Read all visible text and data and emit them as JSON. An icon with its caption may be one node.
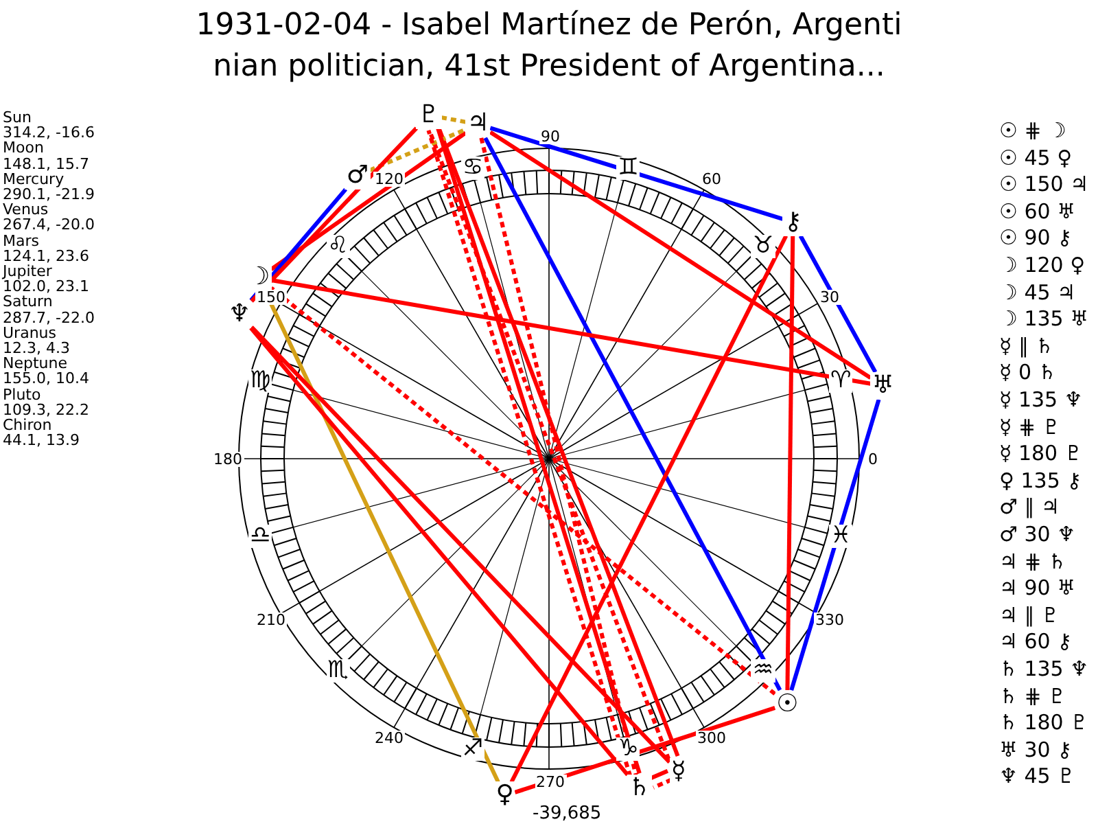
{
  "diagram": {
    "title": "1931-02-04 - Isabel Martínez de Perón, Argenti nian politician, 41st President of Argentina...",
    "nodes": [
      {
        "text": [
          "☉"
        ]
      },
      {
        "text": [
          "☽"
        ]
      },
      {
        "text": [
          "☿"
        ]
      },
      {
        "text": [
          "♀"
        ]
      },
      {
        "text": [
          "♂"
        ]
      },
      {
        "text": [
          "♃"
        ]
      },
      {
        "text": [
          "♄"
        ]
      },
      {
        "text": [
          "♅"
        ]
      },
      {
        "text": [
          "♆"
        ]
      },
      {
        "text": [
          "♇"
        ]
      },
      {
        "text": [
          "⚷"
        ]
      }
    ],
    "edges": [
      {
        "from": 0,
        "to": 1,
        "arrow": "none",
        "style": "dashed"
      },
      {
        "from": 0,
        "to": 3,
        "arrow": "none"
      },
      {
        "from": 0,
        "to": 5,
        "arrow": "none",
        "color": "#0000ff"
      },
      {
        "from": 0,
        "to": 7,
        "arrow": "none",
        "color": "#0000ff"
      },
      {
        "from": 0,
        "to": 10,
        "arrow": "none"
      },
      {
        "from": 1,
        "to": 3,
        "arrow": "none",
        "color": "#d4a017"
      },
      {
        "from": 1,
        "to": 5,
        "arrow": "none"
      },
      {
        "from": 1,
        "to": 7,
        "arrow": "none"
      },
      {
        "from": 2,
        "to": 6,
        "arrow": "none",
        "style": "dashed"
      },
      {
        "from": 2,
        "to": 6,
        "arrow": "none"
      },
      {
        "from": 2,
        "to": 8,
        "arrow": "none"
      },
      {
        "from": 2,
        "to": 9,
        "arrow": "none",
        "style": "dashed"
      },
      {
        "from": 2,
        "to": 9,
        "arrow": "none"
      },
      {
        "from": 3,
        "to": 10,
        "arrow": "none"
      },
      {
        "from": 4,
        "to": 5,
        "arrow": "none",
        "style": "dashed",
        "color": "#d4a017"
      },
      {
        "from": 4,
        "to": 8,
        "arrow": "none",
        "color": "#0000ff"
      },
      {
        "from": 5,
        "to": 6,
        "arrow": "none",
        "style": "dashed"
      },
      {
        "from": 5,
        "to": 7,
        "arrow": "none"
      },
      {
        "from": 5,
        "to": 9,
        "arrow": "none",
        "style": "dashed",
        "color": "#d4a017"
      },
      {
        "from": 5,
        "to": 10,
        "arrow": "none",
        "color": "#0000ff"
      },
      {
        "from": 6,
        "to": 8,
        "arrow": "none"
      },
      {
        "from": 6,
        "to": 9,
        "arrow": "none",
        "style": "dashed"
      },
      {
        "from": 6,
        "to": 9,
        "arrow": "none"
      },
      {
        "from": 7,
        "to": 10,
        "arrow": "none",
        "color": "#0000ff"
      },
      {
        "from": 8,
        "to": 9,
        "arrow": "none"
      }
    ],
    "labels": [
      "Sun",
      "314.2, -16.6",
      "Moon",
      "148.1, 15.7",
      "Mercury",
      "290.1, -21.9",
      "Venus",
      "267.4, -20.0",
      "Mars",
      "124.1, 23.6",
      "Jupiter",
      "102.0, 23.1",
      "Saturn",
      "287.7, -22.0",
      "Uranus",
      "12.3, 4.3",
      "Neptune",
      "155.0, 10.4",
      "Pluto",
      "109.3, 22.2",
      "Chiron",
      "44.1, 13.9",
      "0",
      "30",
      "60",
      "90",
      "120",
      "150",
      "180",
      "210",
      "240",
      "270",
      "300",
      "330",
      "♈",
      "♉",
      "♊",
      "♋",
      "♌",
      "♍",
      "♎",
      "♏",
      "♐",
      "♑",
      "♒",
      "♓",
      "☉ ⋕ ☽",
      "☉ 45 ♀",
      "☉ 150 ♃",
      "☉ 60 ♅",
      "☉ 90 ⚷",
      "☽ 120 ♀",
      "☽ 45 ♃",
      "☽ 135 ♅",
      "☿ ∥ ♄",
      "☿ 0 ♄",
      "☿ 135 ♆",
      "☿ ⋕ ♇",
      "☿ 180 ♇",
      "♀ 135 ⚷",
      "♂ ∥ ♃",
      "♂ 30 ♆",
      "♃ ⋕ ♄",
      "♃ 90 ♅",
      "♃ ∥ ♇",
      "♃ 60 ⚷",
      "♄ 135 ♆",
      "♄ ⋕ ♇",
      "♄ 180 ♇",
      "♅ 30 ⚷",
      "♆ 45 ♇",
      "-39,685"
    ]
  }
}
